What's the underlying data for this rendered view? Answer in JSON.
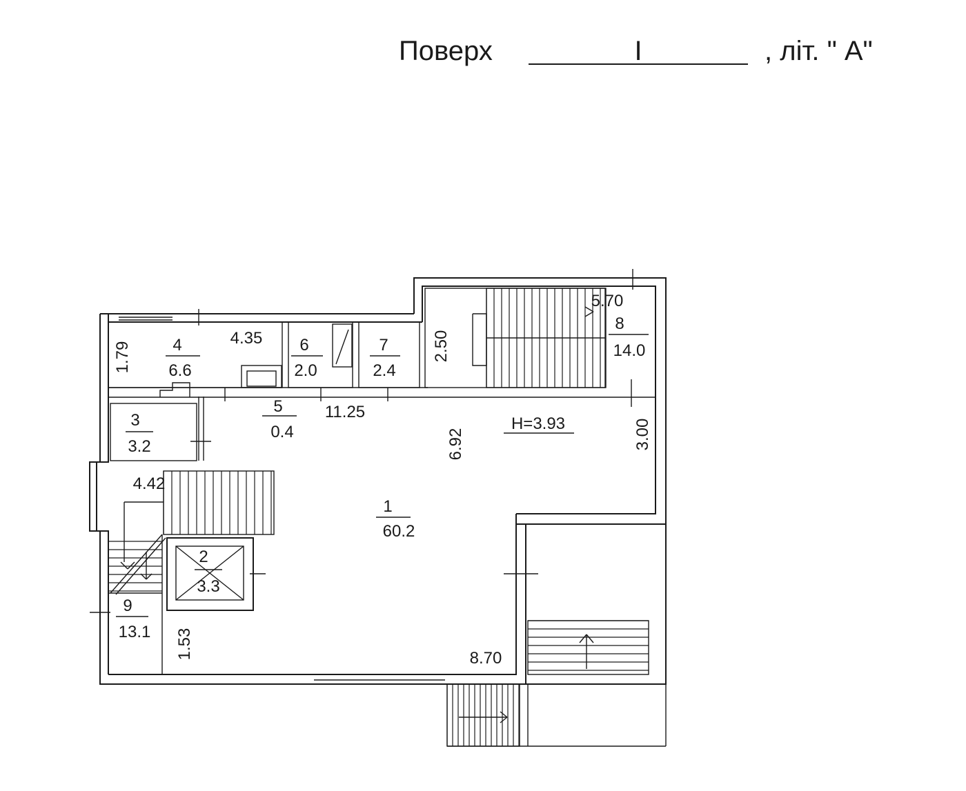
{
  "header": {
    "floor_word": "Поверх",
    "floor_number": "I",
    "letter_suffix": ", літ. \" А\""
  },
  "rooms": [
    {
      "number": "1",
      "area": "60.2"
    },
    {
      "number": "2",
      "area": "3.3"
    },
    {
      "number": "3",
      "area": "3.2"
    },
    {
      "number": "4",
      "area": "6.6"
    },
    {
      "number": "5",
      "area": "0.4"
    },
    {
      "number": "6",
      "area": "2.0"
    },
    {
      "number": "7",
      "area": "2.4"
    },
    {
      "number": "8",
      "area": "14.0"
    },
    {
      "number": "9",
      "area": "13.1"
    }
  ],
  "dimensions": {
    "d_4_35": "4.35",
    "d_1_79": "1.79",
    "d_11_25": "11.25",
    "d_2_50": "2.50",
    "d_5_70": "5.70",
    "d_6_92": "6.92",
    "d_3_00": "3.00",
    "d_4_42": "4.42",
    "d_1_53": "1.53",
    "d_8_70": "8.70"
  },
  "height_label": "H=3.93"
}
